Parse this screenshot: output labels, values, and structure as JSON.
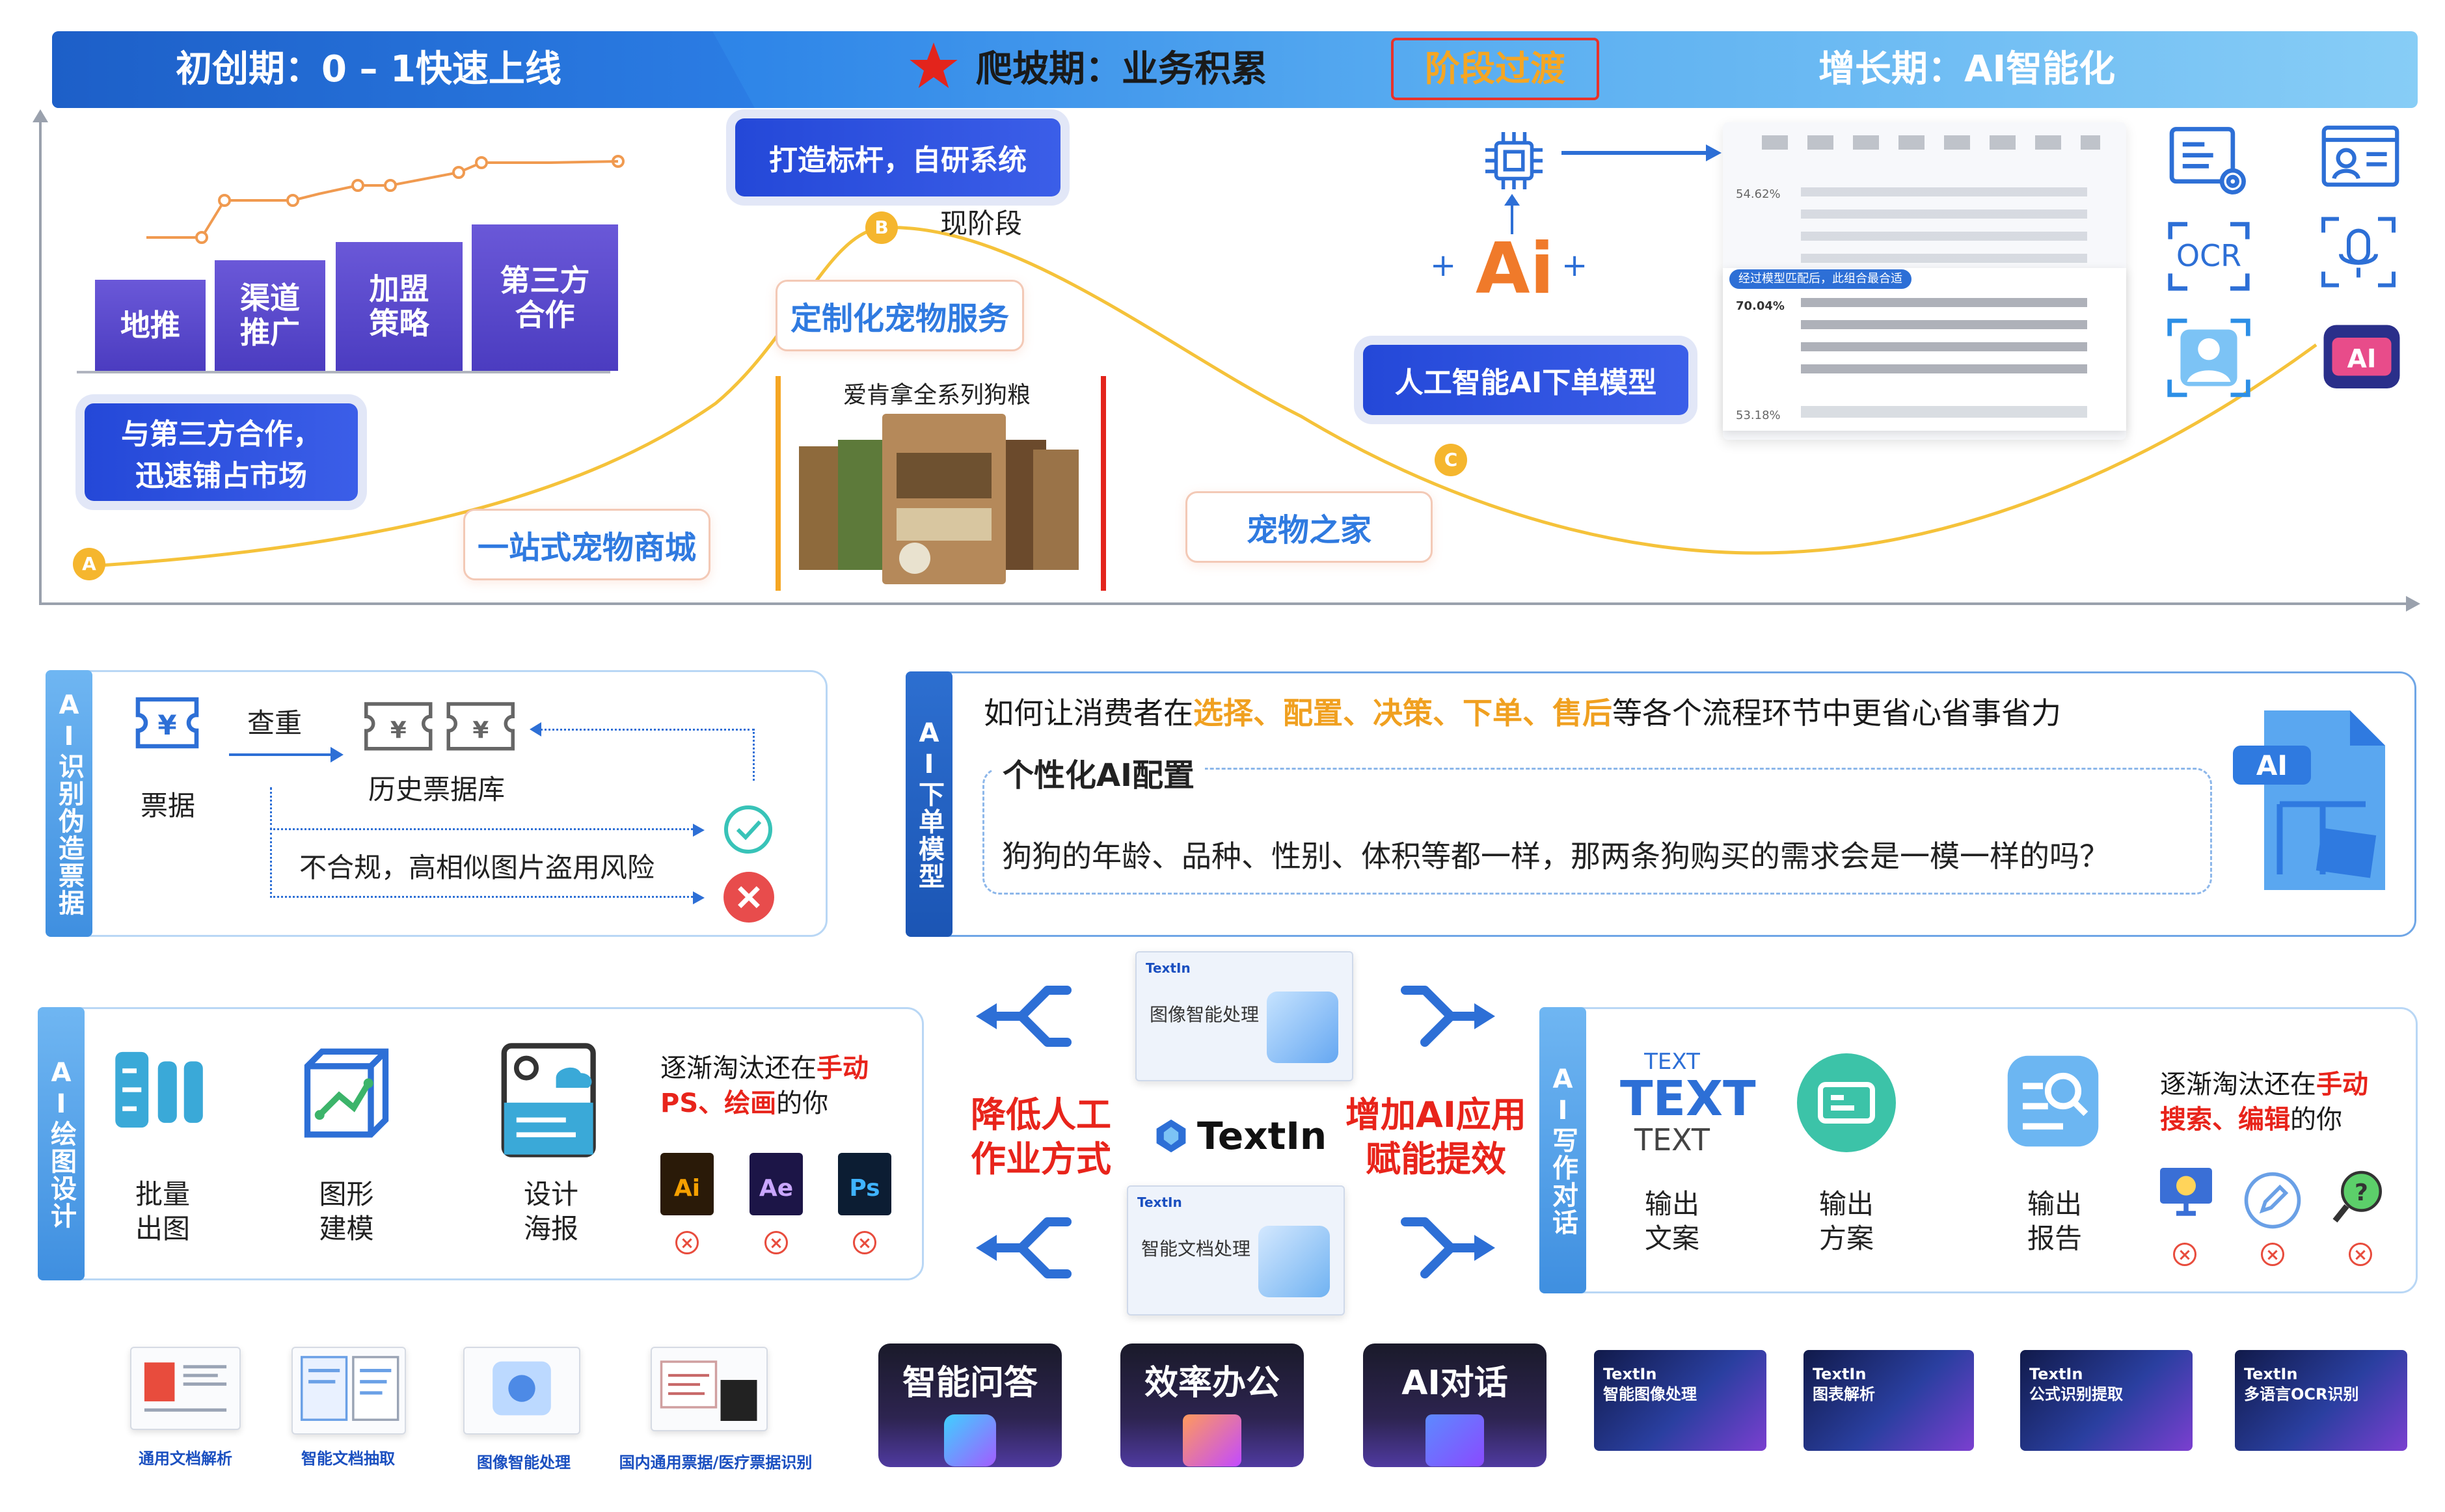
{
  "phases": {
    "p1": "初创期：0 – 1快速上线",
    "p2": "爬坡期：业务积累",
    "transition": "阶段过渡",
    "p3": "增长期：AI智能化"
  },
  "growth_chart": {
    "bars": [
      "地推",
      "渠道推广",
      "加盟策略",
      "第三方合作"
    ],
    "bars_line1": [
      "地推",
      "渠道",
      "加盟",
      "第三方"
    ],
    "bars_line2": [
      "",
      "推广",
      "策略",
      "合作"
    ],
    "milestone_a": "与第三方合作，",
    "milestone_a2": "迅速铺占市场",
    "mall": "一站式宠物商城",
    "benchmark": "打造标杆，自研系统",
    "current_stage": "现阶段",
    "custom_service": "定制化宠物服务",
    "dogfood_caption": "爱肯拿全系列狗粮",
    "pet_home": "宠物之家",
    "ai_order_model": "人工智能AI下单模型",
    "ai_label": "Ai",
    "points": [
      "A",
      "B",
      "C"
    ],
    "colors": {
      "curve": "#f5c23a",
      "bars": "#5b49cf",
      "pill": "#2a4fe0",
      "title_orange": "#f07a2a"
    }
  },
  "side_icons": [
    "OCR"
  ],
  "report_preview": {
    "pct1": "54.62%",
    "pct2": "70.04%",
    "pct3": "53.18%",
    "hint": "经过模型匹配后，此组合最合适"
  },
  "ai_invoice": {
    "tab": "AI识别伪造票据",
    "ticket": "票据",
    "dedupe": "查重",
    "history_db": "历史票据库",
    "risk": "不合规，高相似图片盗用风险"
  },
  "ai_order": {
    "tab": "AI下单模型",
    "question_pre": "如何让消费者在",
    "question_hl": "选择、配置、决策、下单、售后",
    "question_post": "等各个流程环节中更省心省事省力",
    "section": "个性化AI配置",
    "body": "狗狗的年龄、品种、性别、体积等都一样，那两条狗购买的需求会是一模一样的吗？",
    "doc_badge": "AI"
  },
  "ai_design": {
    "tab": "AI绘图设计",
    "items": [
      "批量出图",
      "图形建模",
      "设计海报"
    ],
    "items_l1": [
      "批量",
      "图形",
      "设计"
    ],
    "items_l2": [
      "出图",
      "建模",
      "海报"
    ],
    "slogan_pre": "逐渐淘汰还在",
    "slogan_hl1": "手动",
    "slogan_hl2": "PS、绘画",
    "slogan_post": "的你",
    "tools": [
      "Ai",
      "Ae",
      "Ps"
    ]
  },
  "center": {
    "left_text1": "降低人工",
    "left_text2": "作业方式",
    "right_text1": "增加AI应用",
    "right_text2": "赋能提效",
    "brand": "TextIn",
    "card_top": "图像智能处理",
    "card_bottom": "智能文档处理",
    "card_brand": "TextIn"
  },
  "ai_writing": {
    "tab": "AI写作对话",
    "items_l1": [
      "输出",
      "输出",
      "输出"
    ],
    "items_l2": [
      "文案",
      "方案",
      "报告"
    ],
    "text_stack": [
      "TEXT",
      "TEXT",
      "TEXT"
    ],
    "slogan_pre": "逐渐淘汰还在",
    "slogan_hl1": "手动",
    "slogan_hl2": "搜索、编辑",
    "slogan_post": "的你"
  },
  "bottom_row": {
    "docs": [
      "通用文档解析",
      "智能文档抽取",
      "图像智能处理",
      "国内通用票据/医疗票据识别"
    ],
    "dark_tiles": [
      "智能问答",
      "效率办公",
      "AI对话"
    ],
    "thumbs": [
      {
        "brand": "TextIn",
        "title": "智能图像处理"
      },
      {
        "brand": "TextIn",
        "title": "图表解析"
      },
      {
        "brand": "TextIn",
        "title": "公式识别提取"
      },
      {
        "brand": "TextIn",
        "title": "多语言OCR识别"
      }
    ]
  }
}
